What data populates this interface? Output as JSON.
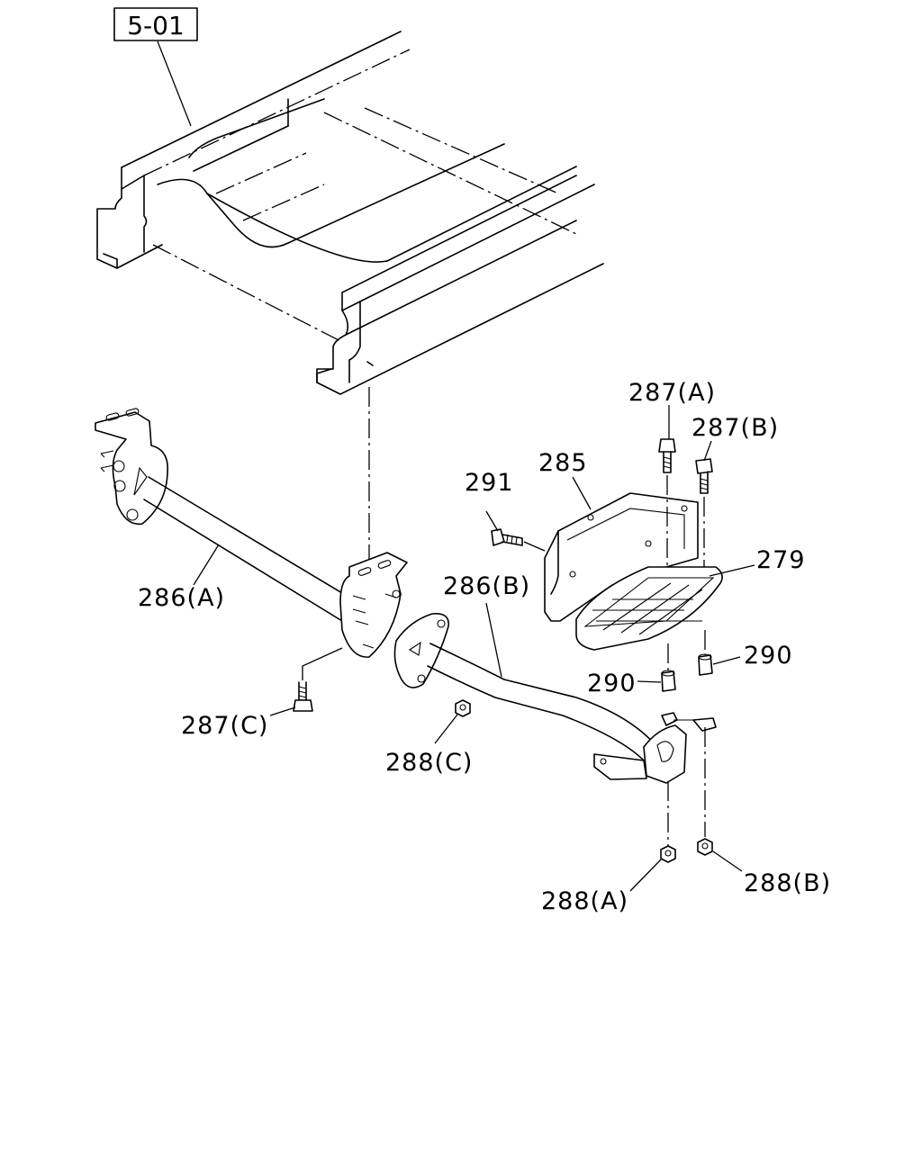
{
  "reference_box": "5-01",
  "callouts": {
    "c279": "279",
    "c285": "285",
    "c286a": "286(A)",
    "c286b": "286(B)",
    "c287a": "287(A)",
    "c287b": "287(B)",
    "c287c": "287(C)",
    "c288a": "288(A)",
    "c288b": "288(B)",
    "c288c": "288(C)",
    "c290a": "290",
    "c290b": "290",
    "c291": "291"
  }
}
